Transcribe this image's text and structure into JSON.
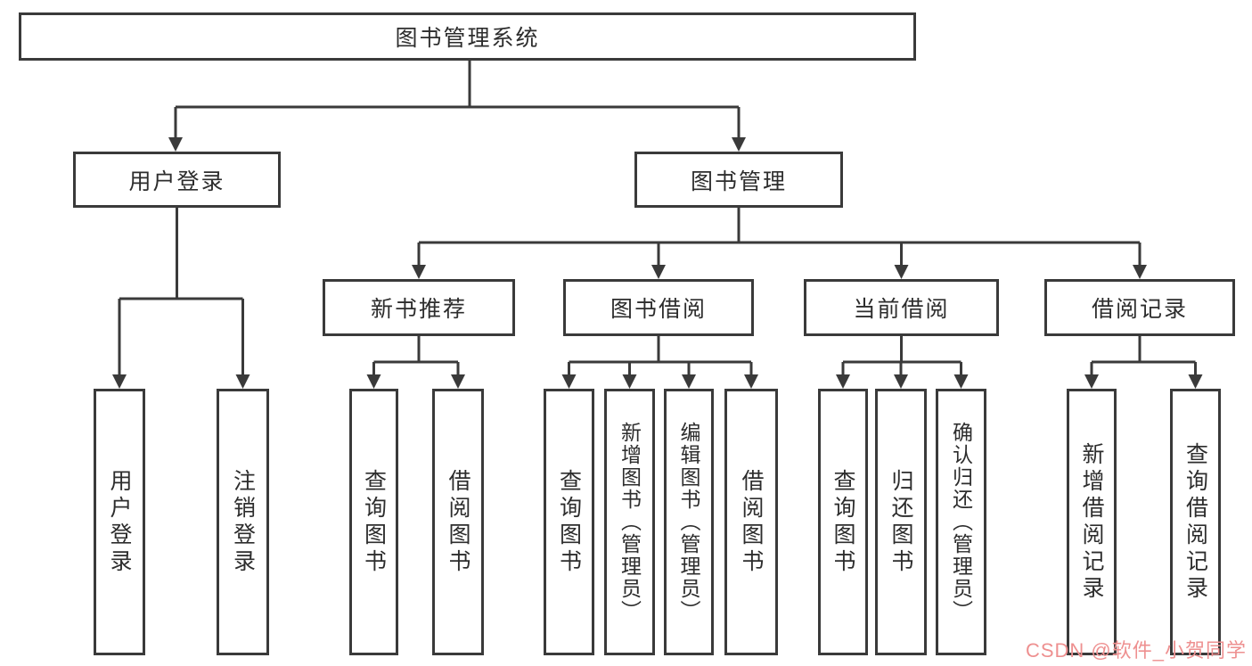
{
  "diagram_title": "图书管理系统",
  "colors": {
    "line": "#3a3a3a",
    "box_border": "#3a3a3a",
    "box_background": "#ffffff",
    "text": "#2d2d2d",
    "watermark": "#ee9090"
  },
  "tree": {
    "label": "图书管理系统",
    "children": [
      {
        "label": "用户登录",
        "children": [
          {
            "label": "用户登录"
          },
          {
            "label": "注销登录"
          }
        ]
      },
      {
        "label": "图书管理",
        "children": [
          {
            "label": "新书推荐",
            "children": [
              {
                "label": "查询图书"
              },
              {
                "label": "借阅图书"
              }
            ]
          },
          {
            "label": "图书借阅",
            "children": [
              {
                "label": "查询图书"
              },
              {
                "label": "新增图书（管理员）"
              },
              {
                "label": "编辑图书（管理员）"
              },
              {
                "label": "借阅图书"
              }
            ]
          },
          {
            "label": "当前借阅",
            "children": [
              {
                "label": "查询图书"
              },
              {
                "label": "归还图书"
              },
              {
                "label": "确认归还（管理员）"
              }
            ]
          },
          {
            "label": "借阅记录",
            "children": [
              {
                "label": "新增借阅记录"
              },
              {
                "label": "查询借阅记录"
              }
            ]
          }
        ]
      }
    ]
  },
  "watermark": {
    "text": "CSDN @软件_小贺同学"
  }
}
